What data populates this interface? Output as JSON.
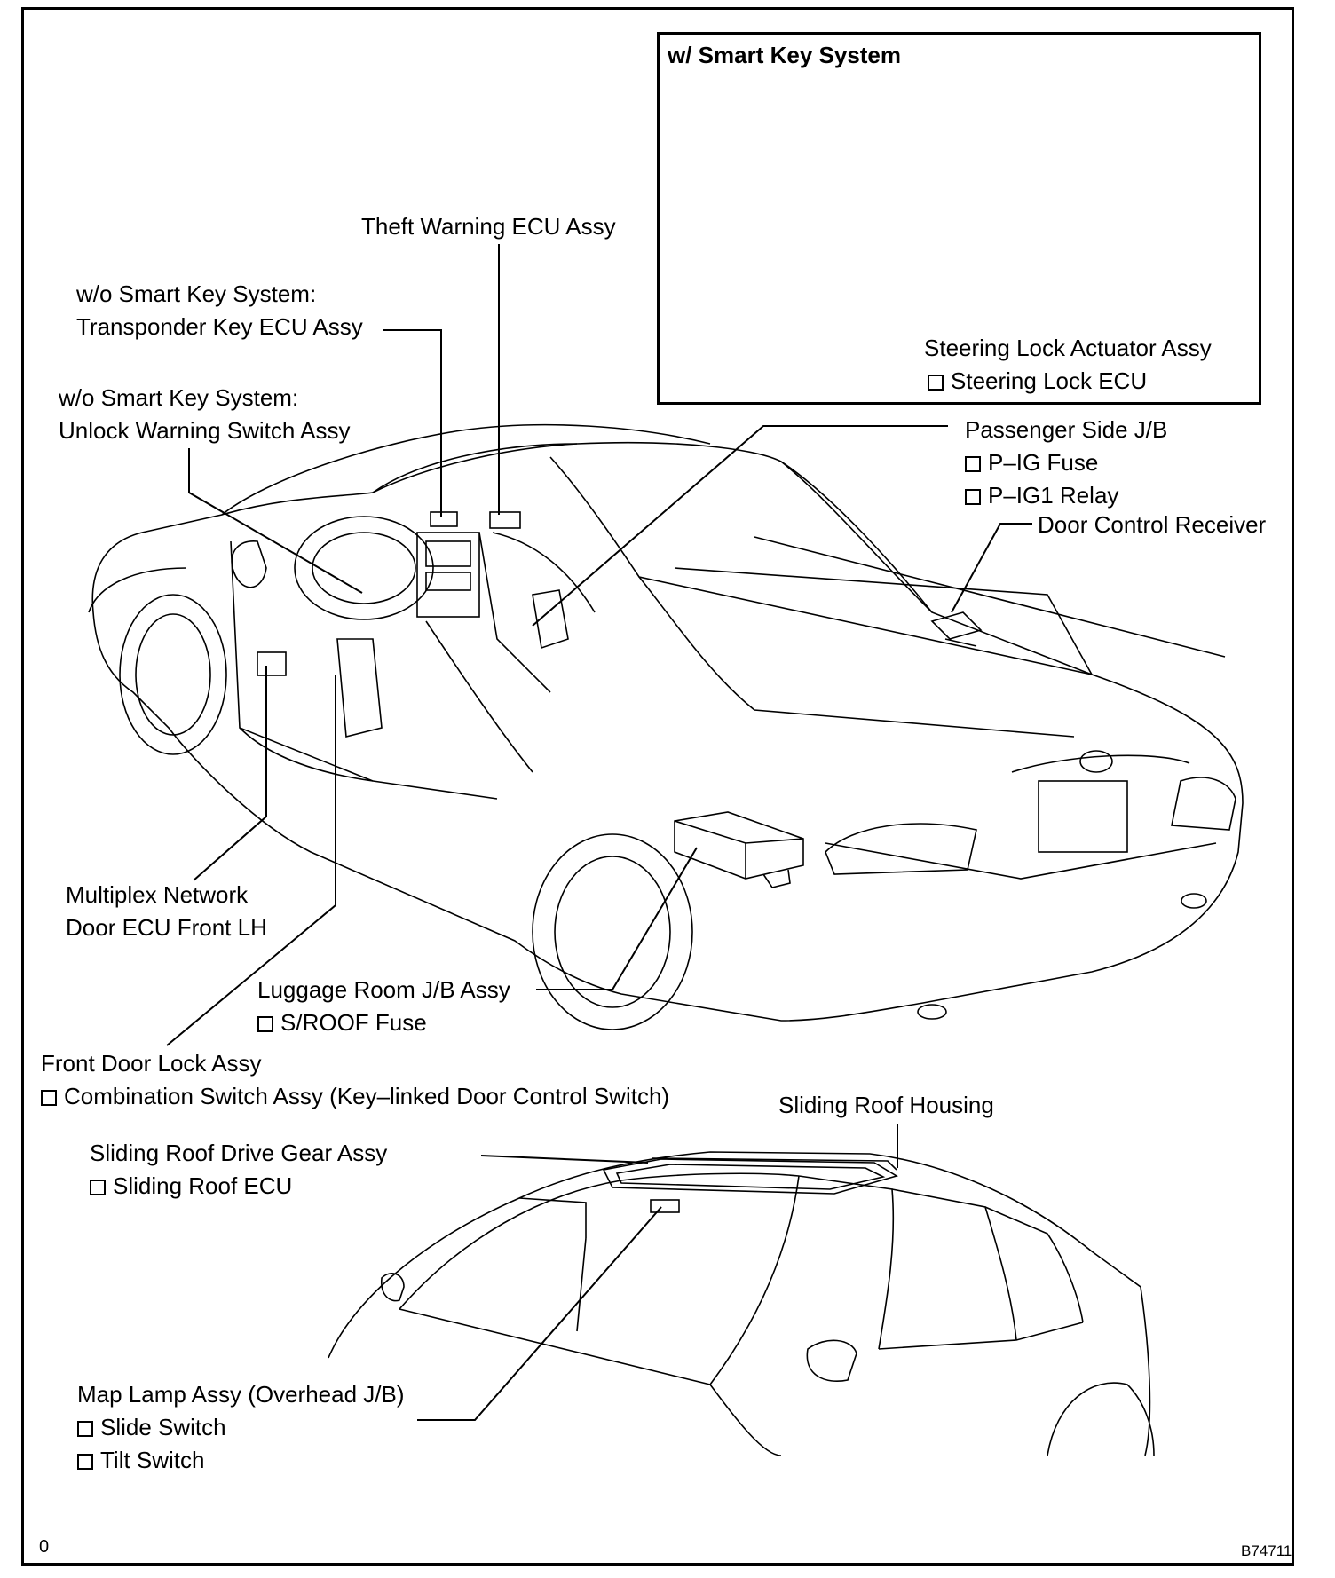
{
  "inset": {
    "title": "w/ Smart Key System",
    "steering_lock_actuator": "Steering Lock Actuator Assy",
    "steering_lock_ecu": "Steering Lock ECU"
  },
  "labels": {
    "theft_warning_ecu": "Theft Warning ECU Assy",
    "transponder_line1": "w/o Smart Key System:",
    "transponder_line2": "Transponder Key ECU Assy",
    "unlock_line1": "w/o Smart Key System:",
    "unlock_line2": "Unlock Warning Switch Assy",
    "passenger_jb": "Passenger Side J/B",
    "p_ig_fuse": "P–IG Fuse",
    "p_ig1_relay": "P–IG1 Relay",
    "door_control_receiver": "Door Control Receiver",
    "multiplex_line1": "Multiplex Network",
    "multiplex_line2": "Door ECU Front LH",
    "luggage_jb": "Luggage Room J/B Assy",
    "sroof_fuse": "S/ROOF Fuse",
    "front_door_lock": "Front Door Lock Assy",
    "combination_switch": "Combination Switch Assy (Key–linked Door Control Switch)",
    "sliding_roof_housing": "Sliding Roof Housing",
    "sliding_roof_drive": "Sliding Roof Drive Gear Assy",
    "sliding_roof_ecu": "Sliding Roof ECU",
    "map_lamp": "Map Lamp Assy (Overhead J/B)",
    "slide_switch": "Slide Switch",
    "tilt_switch": "Tilt Switch"
  },
  "corner": {
    "left": "0",
    "figure_code": "B74711"
  }
}
